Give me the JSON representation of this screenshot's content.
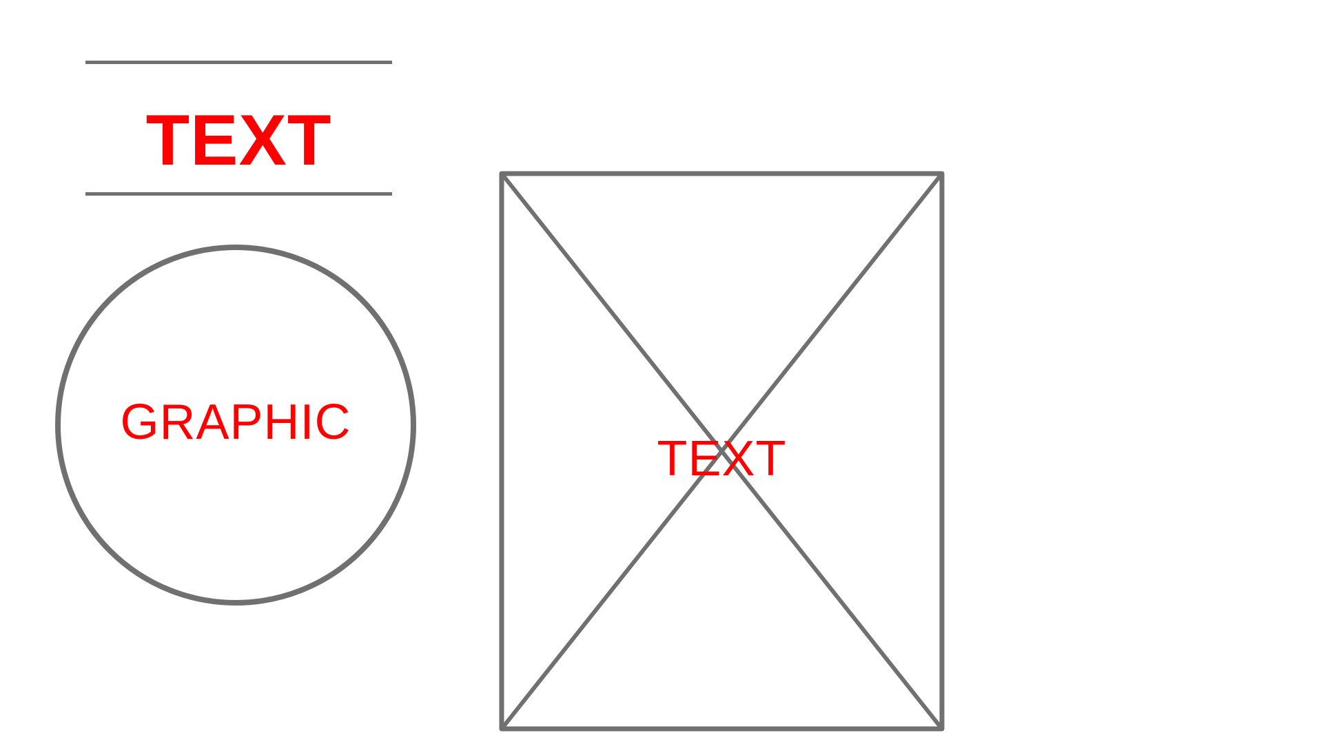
{
  "colors": {
    "line": "#707070",
    "text_accent": "#ff0000",
    "background": "#ffffff"
  },
  "header_block": {
    "title": "TEXT"
  },
  "graphic_placeholder": {
    "label": "GRAPHIC"
  },
  "content_placeholder": {
    "label": "TEXT"
  }
}
